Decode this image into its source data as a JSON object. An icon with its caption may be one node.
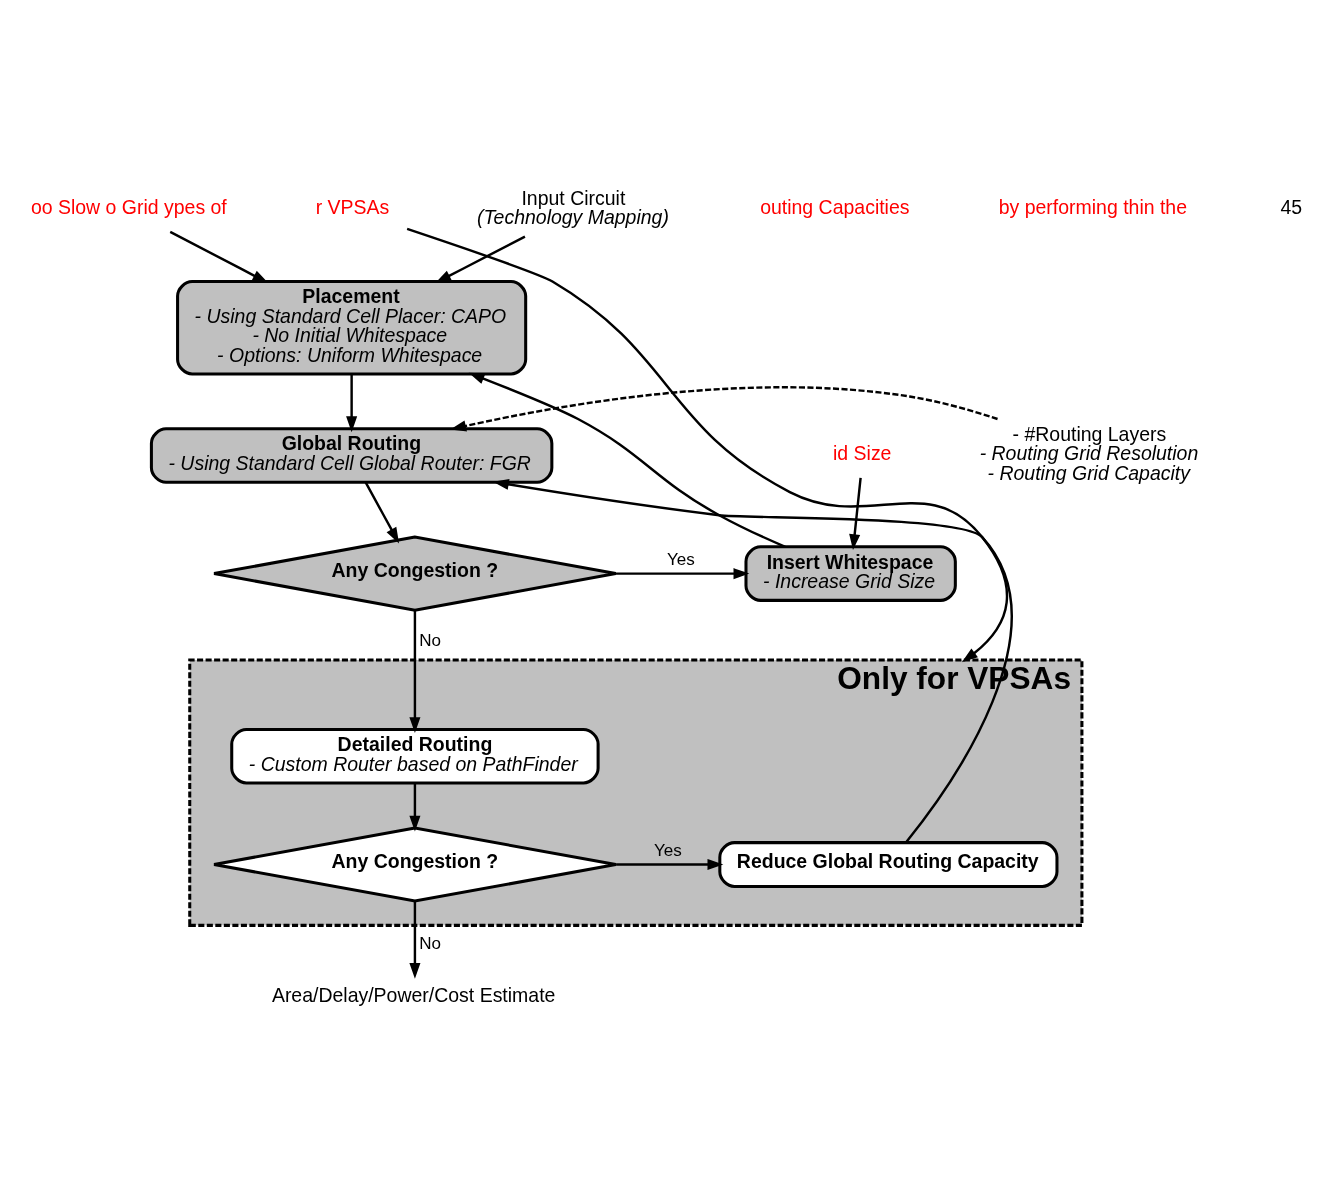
{
  "diagram": {
    "nodes": [
      {
        "text": [
          "oo Slow o Grid ypes of"
        ]
      },
      {
        "text": [
          "Input Circuit",
          "(Technology Mapping)"
        ]
      },
      {
        "text": [
          "Placement",
          "- Using Standard Cell Placer: CAPO",
          "- No Initial Whitespace",
          "- Options: Uniform Whitespace"
        ]
      },
      {
        "text": [
          "- #Routing Layers",
          "- Routing Grid Resolution",
          "- Routing Grid Capacity"
        ]
      },
      {
        "text": [
          "Global Routing",
          "- Using Standard Cell Global Router: FGR"
        ]
      },
      {
        "text": [
          "id Size"
        ]
      },
      {
        "text": [
          "Insert Whitespace",
          "- Increase Grid Size"
        ]
      },
      {
        "text": [
          "Any Congestion ?"
        ]
      },
      {
        "text": [
          "Only for VPSAs"
        ]
      },
      {
        "text": [
          "Detailed Routing",
          "- Custom Router based on PathFinder"
        ],
        "in": 8
      },
      {
        "text": [
          "Any Congestion ?"
        ],
        "in": 8
      },
      {
        "text": [
          "Reduce Global Routing Capacity"
        ],
        "in": 8
      },
      {
        "text": [
          "r VPSAs"
        ]
      },
      {
        "text": [
          "Area/Delay/Power/Cost Estimate"
        ]
      }
    ],
    "edges": [
      {
        "from": 0,
        "to": 2,
        "arrow": "to"
      },
      {
        "from": 1,
        "to": 2,
        "arrow": "to"
      },
      {
        "from": 2,
        "to": 4,
        "arrow": "to"
      },
      {
        "from": 3,
        "to": 4,
        "arrow": "to",
        "style": "dashed"
      },
      {
        "from": 4,
        "to": 7,
        "arrow": "to"
      },
      {
        "from": 7,
        "to": 6,
        "arrow": "to",
        "label": "Yes"
      },
      {
        "from": 6,
        "to": 2,
        "arrow": "to"
      },
      {
        "from": 5,
        "to": 6,
        "arrow": "to"
      },
      {
        "from": 7,
        "to": 9,
        "arrow": "to",
        "label": "No"
      },
      {
        "from": 9,
        "to": 10,
        "arrow": "to"
      },
      {
        "from": 10,
        "to": 11,
        "arrow": "to",
        "label": "Yes"
      },
      {
        "from": 11,
        "to": 4,
        "arrow": "to"
      },
      {
        "from": 10,
        "to": 13,
        "arrow": "to",
        "label": "No"
      },
      {
        "from": 12,
        "to": 8,
        "arrow": "to"
      }
    ],
    "labels": [
      "outing Capacities",
      "by performing thin the",
      "45"
    ]
  }
}
